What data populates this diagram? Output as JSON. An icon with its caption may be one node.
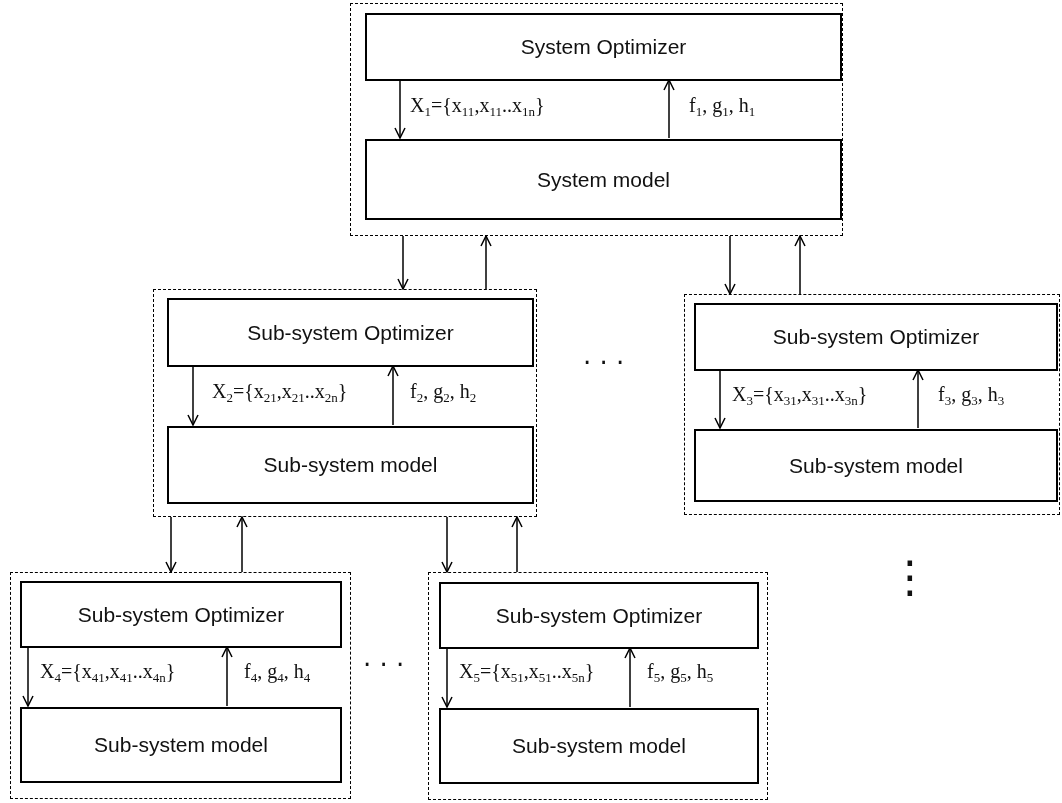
{
  "diagram": {
    "nodes": [
      {
        "text": [],
        "shape": "box"
      },
      {
        "text": [
          "System Optimizer"
        ],
        "in": 0
      },
      {
        "text": [
          "System model"
        ],
        "in": 0
      },
      {
        "text": [],
        "shape": "box"
      },
      {
        "text": [
          "Sub-system Optimizer"
        ],
        "in": 3
      },
      {
        "text": [
          "Sub-system model"
        ],
        "in": 3
      },
      {
        "text": [],
        "shape": "box"
      },
      {
        "text": [
          "Sub-system Optimizer"
        ],
        "in": 6
      },
      {
        "text": [
          "Sub-system model"
        ],
        "in": 6
      },
      {
        "text": [],
        "shape": "box"
      },
      {
        "text": [
          "Sub-system Optimizer"
        ],
        "in": 9
      },
      {
        "text": [
          "Sub-system model"
        ],
        "in": 9
      },
      {
        "text": [],
        "shape": "box"
      },
      {
        "text": [
          "Sub-system Optimizer"
        ],
        "in": 12
      },
      {
        "text": [
          "Sub-system model"
        ],
        "in": 12
      }
    ],
    "edges": [
      {
        "from": 1,
        "to": 2,
        "arrow": "to",
        "label": "X$_{1}$={x$_{11}$,x$_{11}$..x$_{1n}$}"
      },
      {
        "from": 2,
        "to": 1,
        "arrow": "to",
        "label": "f$_{1}$, g$_{1}$, h$_{1}$"
      },
      {
        "from": 4,
        "to": 5,
        "arrow": "to",
        "label": "X$_{2}$={x$_{21}$,x$_{21}$..x$_{2n}$}"
      },
      {
        "from": 5,
        "to": 4,
        "arrow": "to",
        "label": "f$_{2}$, g$_{2}$, h$_{2}$"
      },
      {
        "from": 7,
        "to": 8,
        "arrow": "to",
        "label": "X$_{3}$={x$_{31}$,x$_{31}$..x$_{3n}$}"
      },
      {
        "from": 8,
        "to": 7,
        "arrow": "to",
        "label": "f$_{3}$, g$_{3}$, h$_{3}$"
      },
      {
        "from": 10,
        "to": 11,
        "arrow": "to",
        "label": "X$_{4}$={x$_{41}$,x$_{41}$..x$_{4n}$}"
      },
      {
        "from": 11,
        "to": 10,
        "arrow": "to",
        "label": "f$_{4}$, g$_{4}$, h$_{4}$"
      },
      {
        "from": 13,
        "to": 14,
        "arrow": "to",
        "label": "X$_{5}$={x$_{51}$,x$_{51}$..x$_{5n}$}"
      },
      {
        "from": 14,
        "to": 13,
        "arrow": "to",
        "label": "f$_{5}$, g$_{5}$, h$_{5}$"
      },
      {
        "from": 0,
        "to": 3,
        "arrow": "to"
      },
      {
        "from": 3,
        "to": 0,
        "arrow": "to"
      },
      {
        "from": 0,
        "to": 6,
        "arrow": "to"
      },
      {
        "from": 6,
        "to": 0,
        "arrow": "to"
      },
      {
        "from": 3,
        "to": 9,
        "arrow": "to"
      },
      {
        "from": 9,
        "to": 3,
        "arrow": "to"
      },
      {
        "from": 3,
        "to": 12,
        "arrow": "to"
      },
      {
        "from": 12,
        "to": 3,
        "arrow": "to"
      }
    ],
    "labels": [
      "· · ·",
      "⋮",
      "· · ·"
    ]
  }
}
